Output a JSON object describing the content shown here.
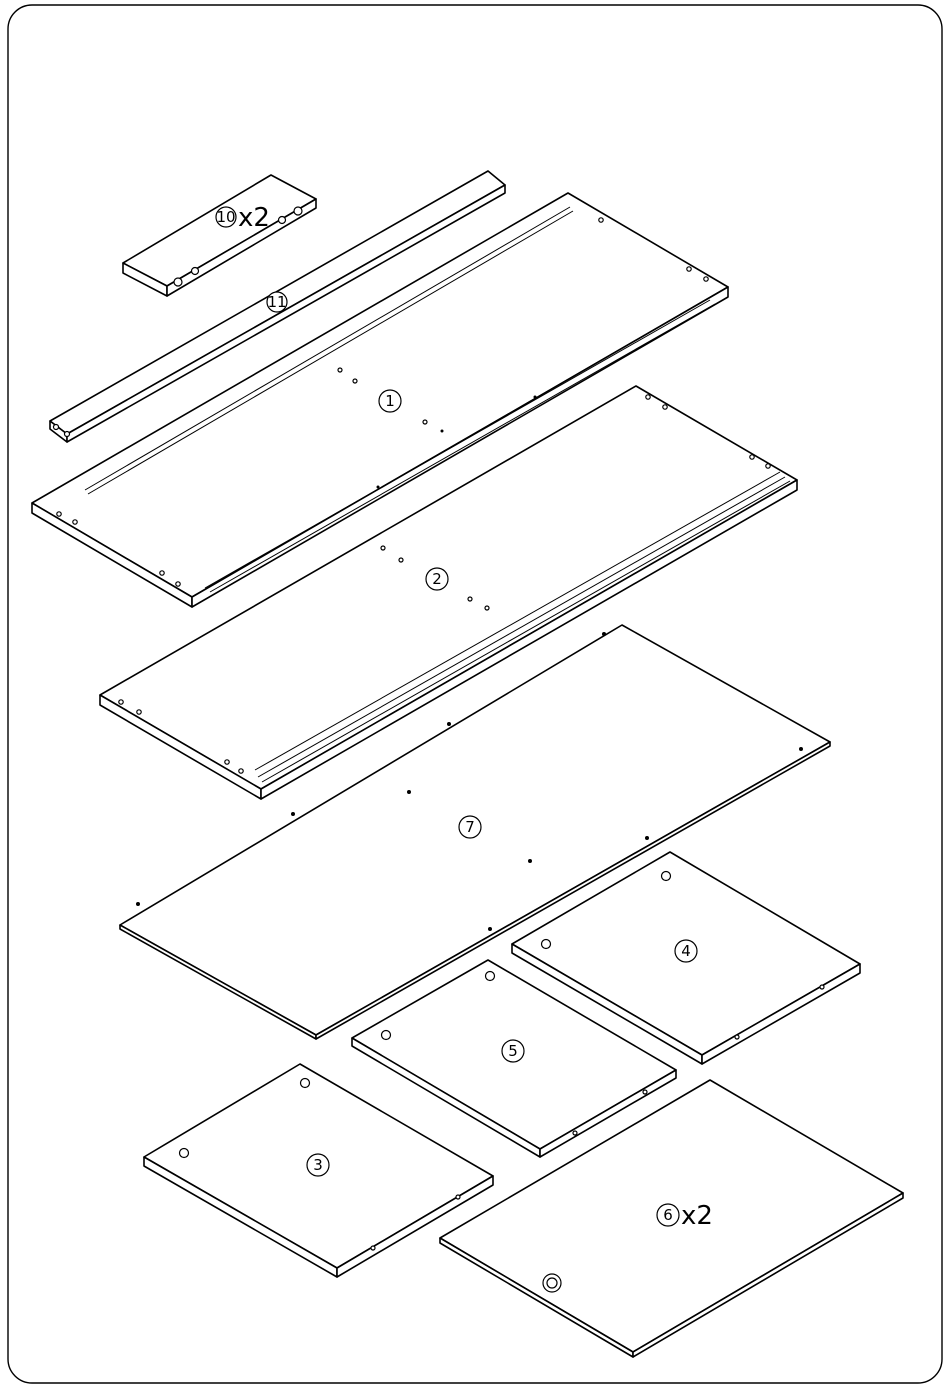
{
  "parts": [
    {
      "id": "part-10",
      "label": "10",
      "qty": "x2"
    },
    {
      "id": "part-11",
      "label": "11",
      "qty": ""
    },
    {
      "id": "part-1",
      "label": "1",
      "qty": ""
    },
    {
      "id": "part-2",
      "label": "2",
      "qty": ""
    },
    {
      "id": "part-7",
      "label": "7",
      "qty": ""
    },
    {
      "id": "part-4",
      "label": "4",
      "qty": ""
    },
    {
      "id": "part-5",
      "label": "5",
      "qty": ""
    },
    {
      "id": "part-3",
      "label": "3",
      "qty": ""
    },
    {
      "id": "part-6",
      "label": "6",
      "qty": "x2"
    }
  ]
}
